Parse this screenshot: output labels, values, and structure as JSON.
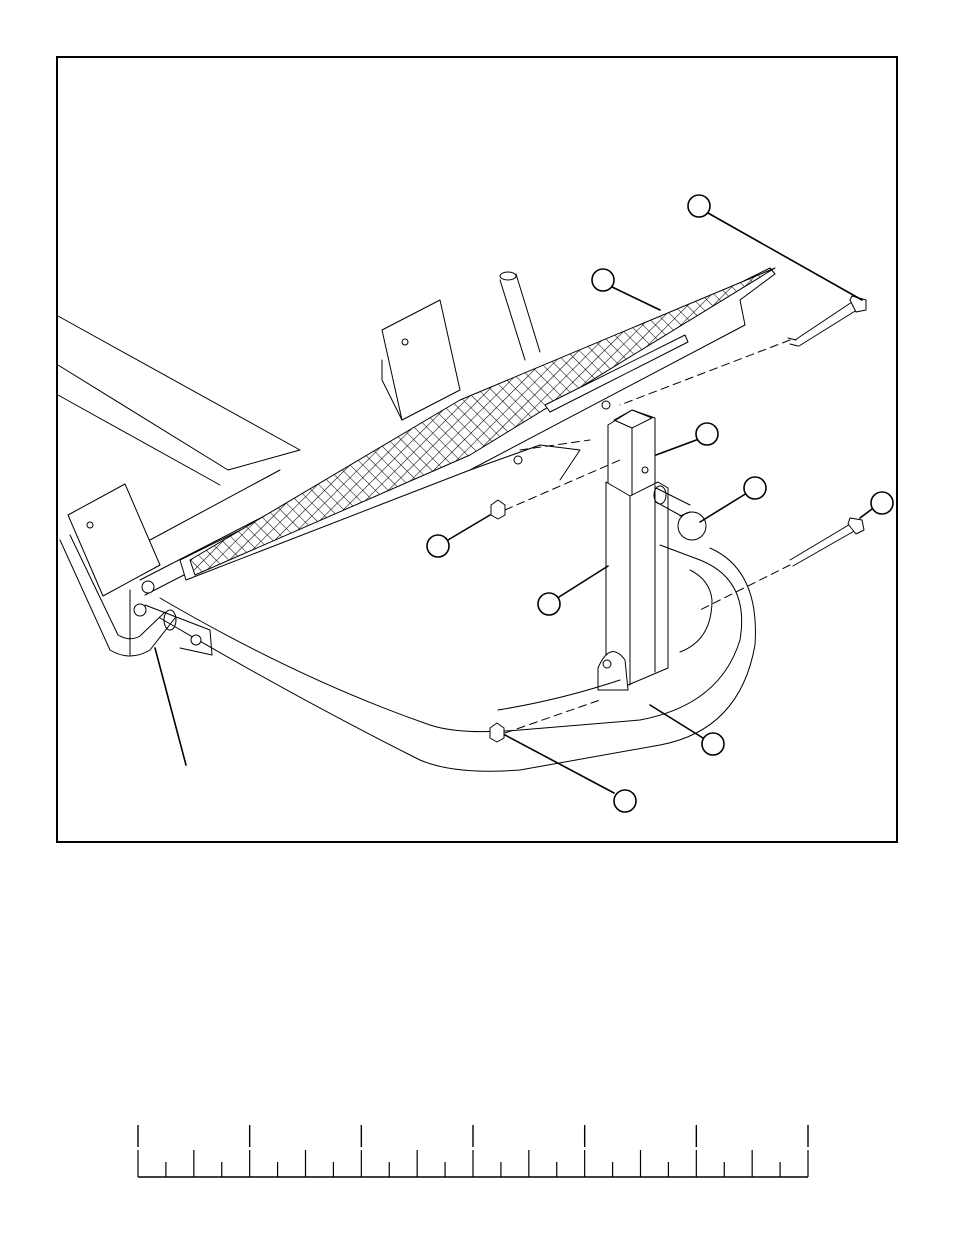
{
  "document": {
    "figure": {
      "callouts": [
        {
          "id": "callout-bolt-top",
          "label": ""
        },
        {
          "id": "callout-footplate",
          "label": ""
        },
        {
          "id": "callout-upright-tube",
          "label": ""
        },
        {
          "id": "callout-end-cap",
          "label": ""
        },
        {
          "id": "callout-bolt-right",
          "label": ""
        },
        {
          "id": "callout-nut-left",
          "label": ""
        },
        {
          "id": "callout-post",
          "label": ""
        },
        {
          "id": "callout-base-frame",
          "label": ""
        },
        {
          "id": "callout-nut-bottom",
          "label": ""
        }
      ]
    },
    "ruler": {
      "major_divisions": 6,
      "minor_ticks": 24
    }
  }
}
